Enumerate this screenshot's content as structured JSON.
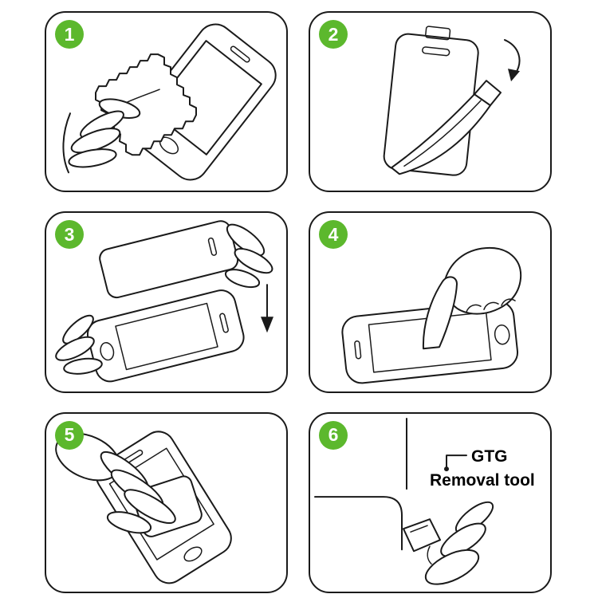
{
  "theme": {
    "accent_green": "#5cb82d",
    "line_color": "#1a1a1a",
    "background": "#ffffff"
  },
  "steps": [
    {
      "number": "1",
      "icon": "clean-screen-with-cloth-illustration"
    },
    {
      "number": "2",
      "icon": "peel-backing-film-illustration"
    },
    {
      "number": "3",
      "icon": "align-and-place-glass-illustration"
    },
    {
      "number": "4",
      "icon": "press-screen-center-illustration"
    },
    {
      "number": "5",
      "icon": "smooth-with-card-illustration"
    },
    {
      "number": "6",
      "icon": "corner-removal-tool-illustration",
      "label_lines": [
        "GTG",
        "Removal tool"
      ]
    }
  ]
}
